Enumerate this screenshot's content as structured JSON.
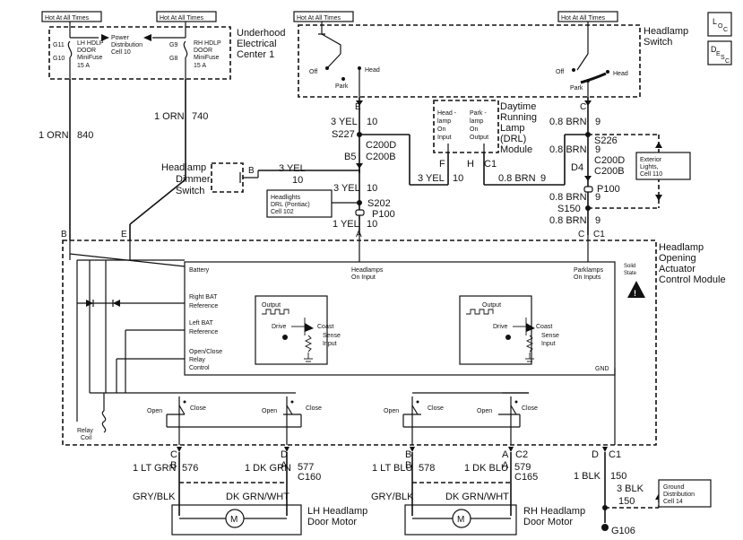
{
  "hot_labels": {
    "hot1": "Hot At All Times",
    "hot2": "Hot At All Times",
    "hot3": "Hot At All Times",
    "hot4": "Hot At All Times"
  },
  "fuse_block": {
    "g11": "G11",
    "g10": "G10",
    "lh_fuse_1": "LH HDLP",
    "lh_fuse_2": "DOOR",
    "lh_fuse_3": "MiniFuse",
    "lh_fuse_4": "15 A",
    "power_1": "Power",
    "power_2": "Distribution",
    "power_3": "Cell 10",
    "rh_fuse_1": "RH HDLP",
    "rh_fuse_2": "DOOR",
    "rh_fuse_3": "MiniFuse",
    "rh_fuse_4": "15 A",
    "g9": "G9",
    "g8": "G8",
    "uec_1": "Underhood",
    "uec_2": "Electrical",
    "uec_3": "Center 1"
  },
  "headlamp_switch": {
    "title_1": "Headlamp",
    "title_2": "Switch",
    "off_left": "Off",
    "park_left": "Park",
    "head_left": "Head",
    "off_right": "Off",
    "park_right": "Park",
    "head_right": "Head",
    "pin_e": "E",
    "pin_c": "C"
  },
  "drl_module": {
    "title_1": "Daytime",
    "title_2": "Running",
    "title_3": "Lamp",
    "title_4": "(DRL)",
    "title_5": "Module",
    "hl_1": "Head -",
    "hl_2": "lamp",
    "hl_3": "On",
    "hl_4": "Input",
    "pl_1": "Park -",
    "pl_2": "lamp",
    "pl_3": "On",
    "pl_4": "Output",
    "pin_f": "F",
    "pin_h": "H",
    "pin_c1": "C1"
  },
  "wires": {
    "orn840": "1 ORN",
    "n840": "840",
    "orn740": "1 ORN",
    "n740": "740",
    "yel10_a": "3 YEL",
    "n10_a": "10",
    "s227": "S227",
    "c200d_a": "C200D",
    "c200b_a": "C200B",
    "b5": "B5",
    "yel10_b": "3 YEL",
    "n10_b": "10",
    "yel10_c": "3 YEL",
    "n10_c": "10",
    "s202": "S202",
    "p100_a": "P100",
    "yel1": "1 YEL",
    "n10_d": "10",
    "yel10_e": "3 YEL",
    "n10_e": "10",
    "brn_a": "0.8 BRN",
    "n9_a": "9",
    "s226": "S226",
    "brn_b": "0.8 BRN",
    "n9_b": "9",
    "brn_c": "0.8 BRN",
    "n9_c": "9",
    "c200d_b": "C200D",
    "c200b_b": "C200B",
    "d4": "D4",
    "p100_b": "P100",
    "brn_d": "0.8 BRN",
    "n9_d": "9",
    "s150": "S150",
    "brn_e": "0.8 BRN",
    "n9_e": "9",
    "pin_a": "A",
    "pin_c": "C",
    "pin_c1": "C1",
    "pin_b": "B",
    "pin_e": "E"
  },
  "dimmer": {
    "title_1": "Headlamp",
    "title_2": "Dimmer",
    "title_3": "Switch",
    "pin_b": "B"
  },
  "refs": {
    "drl_ref_1": "Headlights",
    "drl_ref_2": "DRL (Pontiac)",
    "drl_ref_3": "Cell 102",
    "ext_ref_1": "Exterior",
    "ext_ref_2": "Lights,",
    "ext_ref_3": "Cell 110",
    "gnd_ref_1": "Ground",
    "gnd_ref_2": "Distribution",
    "gnd_ref_3": "Cell 14"
  },
  "module": {
    "title_1": "Headlamp",
    "title_2": "Opening",
    "title_3": "Actuator",
    "title_4": "Control Module",
    "battery": "Battery",
    "right_bat_1": "Right BAT",
    "right_bat_2": "Reference",
    "left_bat_1": "Left BAT",
    "left_bat_2": "Reference",
    "open_close_1": "Open/Close",
    "open_close_2": "Relay",
    "open_close_3": "Control",
    "hl_on_1": "Headlamps",
    "hl_on_2": "On Input",
    "pl_on_1": "Parklamps",
    "pl_on_2": "On Inputs",
    "solid_1": "Solid",
    "solid_2": "State",
    "gnd": "GND",
    "output_l": "Output",
    "drive_l": "Drive",
    "coast_l": "Coast",
    "sense_l_1": "Sense",
    "sense_l_2": "Input",
    "output_r": "Output",
    "drive_r": "Drive",
    "coast_r": "Coast",
    "sense_r_1": "Sense",
    "sense_r_2": "Input",
    "relay_1": "Relay",
    "relay_2": "Coil",
    "open1": "Open",
    "close1": "Close",
    "open2": "Open",
    "close2": "Close",
    "open3": "Open",
    "close3": "Close",
    "open4": "Open",
    "close4": "Close"
  },
  "motors": {
    "lh_c": "C",
    "lh_b": "B",
    "lh_d": "D",
    "lh_a": "A",
    "lh_w1": "1 LT GRN",
    "lh_n1": "576",
    "lh_w2": "1 DK GRN",
    "lh_n2": "577",
    "lh_conn": "C160",
    "lh_gry": "GRY/BLK",
    "lh_dkgrn": "DK GRN/WHT",
    "lh_title_1": "LH Headlamp",
    "lh_title_2": "Door Motor",
    "rh_b": "B",
    "rh_b2": "B",
    "rh_a": "A",
    "rh_c2": "C2",
    "rh_a2": "A",
    "rh_w1": "1 LT BLU",
    "rh_n1": "578",
    "rh_w2": "1 DK BLU",
    "rh_n2": "579",
    "rh_conn": "C165",
    "rh_gry": "GRY/BLK",
    "rh_dkgrn": "DK GRN/WHT",
    "rh_title_1": "RH Headlamp",
    "rh_title_2": "Door Motor",
    "m1": "M",
    "m2": "M"
  },
  "ground": {
    "pin_d": "D",
    "pin_c1": "C1",
    "blk1": "1 BLK",
    "n150a": "150",
    "blk3": "3 BLK",
    "n150b": "150",
    "g106": "G106"
  },
  "corner": {
    "loc_1": "L",
    "loc_2": "O",
    "loc_3": "C",
    "desc_1": "D",
    "desc_2": "E",
    "desc_3": "S",
    "desc_4": "C"
  }
}
